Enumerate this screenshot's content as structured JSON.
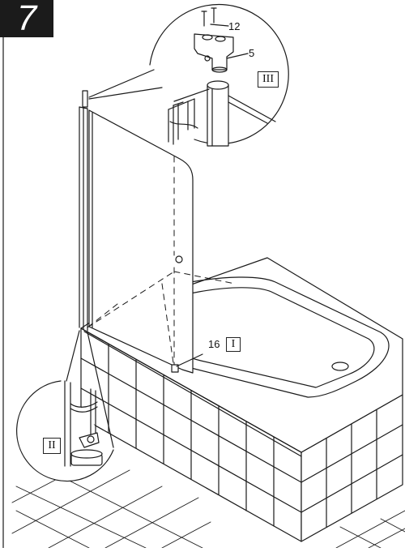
{
  "step_number": "7",
  "callouts": {
    "screw": "12",
    "cap": "5",
    "clip": "16"
  },
  "detail_labels": {
    "top": "III",
    "bottom": "II",
    "clip": "I"
  },
  "colors": {
    "line": "#1a1a1a",
    "step_box": "#1b1b1b"
  }
}
